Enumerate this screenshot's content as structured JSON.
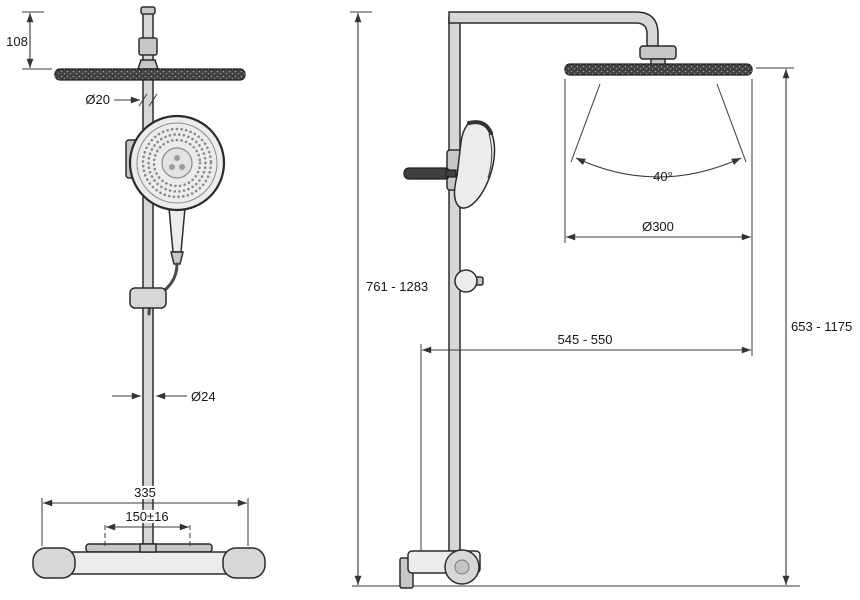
{
  "front_view": {
    "dims": {
      "head_to_pole_top": "108",
      "pole_diameter_upper": "Ø20",
      "pole_diameter_lower": "Ø24",
      "mixer_width": "335",
      "inlet_spacing": "150±16"
    }
  },
  "side_view": {
    "dims": {
      "overall_height_range": "761 - 1283",
      "head_height_range": "653 - 1175",
      "spray_angle": "40°",
      "head_diameter": "Ø300",
      "reach_range": "545 - 550"
    }
  },
  "palette": {
    "line": "#2b2b2b",
    "dimension_line": "#3a3a3a",
    "fill_light": "#ececec",
    "fill_dark": "#3f3f3f",
    "background": "#ffffff"
  }
}
